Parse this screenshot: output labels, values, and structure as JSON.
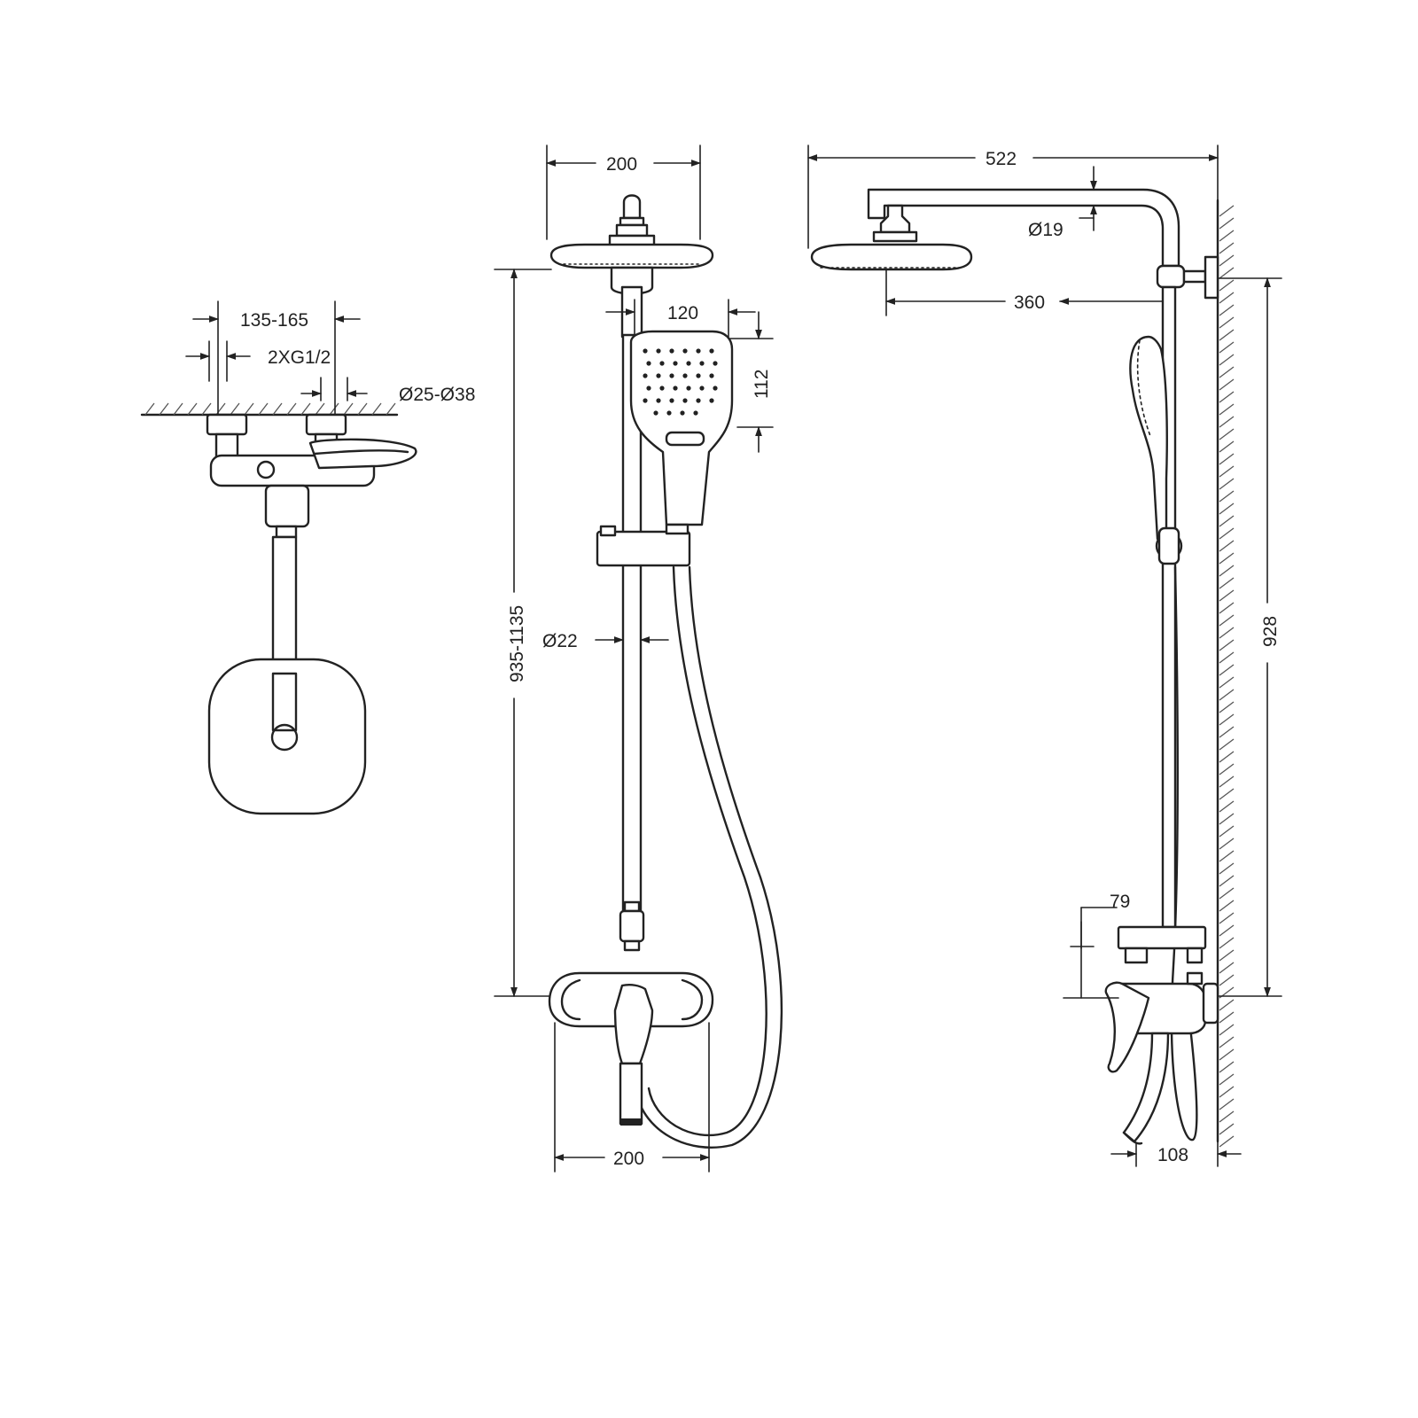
{
  "colors": {
    "line": "#222222",
    "background": "#ffffff"
  },
  "top_view": {
    "dim_inlet_distance": "135-165",
    "dim_inlet_thread": "2XG1/2",
    "dim_wall_hole": "Ø25-Ø38"
  },
  "front_view": {
    "dim_head_width": "200",
    "dim_handshower_width": "120",
    "dim_handshower_height": "112",
    "dim_height_adjust": "935-1135",
    "dim_rail_diameter": "Ø22",
    "dim_mixer_width": "200"
  },
  "side_view": {
    "dim_total_depth": "522",
    "dim_arm_diameter": "Ø19",
    "dim_arm_reach": "360",
    "dim_height": "928",
    "dim_mixer_height": "79",
    "dim_mixer_depth": "108"
  }
}
